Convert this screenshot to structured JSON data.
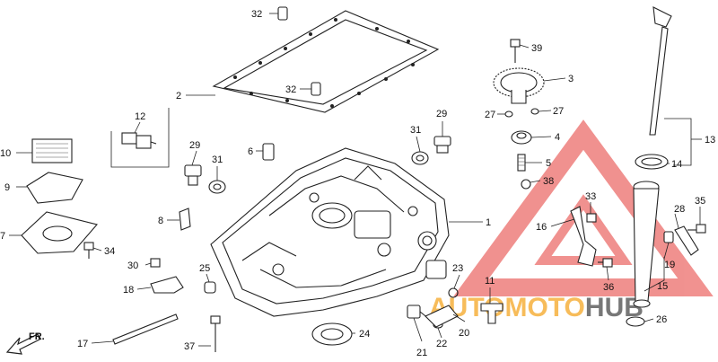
{
  "diagram": {
    "callouts": [
      {
        "id": "c1",
        "text": "1"
      },
      {
        "id": "c2",
        "text": "2"
      },
      {
        "id": "c3",
        "text": "3"
      },
      {
        "id": "c4",
        "text": "4"
      },
      {
        "id": "c5",
        "text": "5"
      },
      {
        "id": "c6",
        "text": "6"
      },
      {
        "id": "c7",
        "text": "7"
      },
      {
        "id": "c8",
        "text": "8"
      },
      {
        "id": "c9",
        "text": "9"
      },
      {
        "id": "c10",
        "text": "10"
      },
      {
        "id": "c11",
        "text": "11"
      },
      {
        "id": "c12",
        "text": "12"
      },
      {
        "id": "c13",
        "text": "13"
      },
      {
        "id": "c14",
        "text": "14"
      },
      {
        "id": "c15",
        "text": "15"
      },
      {
        "id": "c16",
        "text": "16"
      },
      {
        "id": "c17",
        "text": "17"
      },
      {
        "id": "c18",
        "text": "18"
      },
      {
        "id": "c19",
        "text": "19"
      },
      {
        "id": "c20",
        "text": "20"
      },
      {
        "id": "c21",
        "text": "21"
      },
      {
        "id": "c22",
        "text": "22"
      },
      {
        "id": "c23",
        "text": "23"
      },
      {
        "id": "c24",
        "text": "24"
      },
      {
        "id": "c25",
        "text": "25"
      },
      {
        "id": "c26",
        "text": "26"
      },
      {
        "id": "c27a",
        "text": "27"
      },
      {
        "id": "c27b",
        "text": "27"
      },
      {
        "id": "c28",
        "text": "28"
      },
      {
        "id": "c29a",
        "text": "29"
      },
      {
        "id": "c29b",
        "text": "29"
      },
      {
        "id": "c30",
        "text": "30"
      },
      {
        "id": "c31a",
        "text": "31"
      },
      {
        "id": "c31b",
        "text": "31"
      },
      {
        "id": "c32a",
        "text": "32"
      },
      {
        "id": "c32b",
        "text": "32"
      },
      {
        "id": "c33",
        "text": "33"
      },
      {
        "id": "c34",
        "text": "34"
      },
      {
        "id": "c35",
        "text": "35"
      },
      {
        "id": "c36",
        "text": "36"
      },
      {
        "id": "c37",
        "text": "37"
      },
      {
        "id": "c38",
        "text": "38"
      },
      {
        "id": "c39",
        "text": "39"
      }
    ],
    "direction_label": "FR.",
    "watermark": {
      "auto": "AUTO",
      "moto": "MOTO",
      "hub": "HUB",
      "color_red": "#e53935",
      "color_orange": "#f5a623",
      "color_gray": "#4a4a4a"
    }
  }
}
